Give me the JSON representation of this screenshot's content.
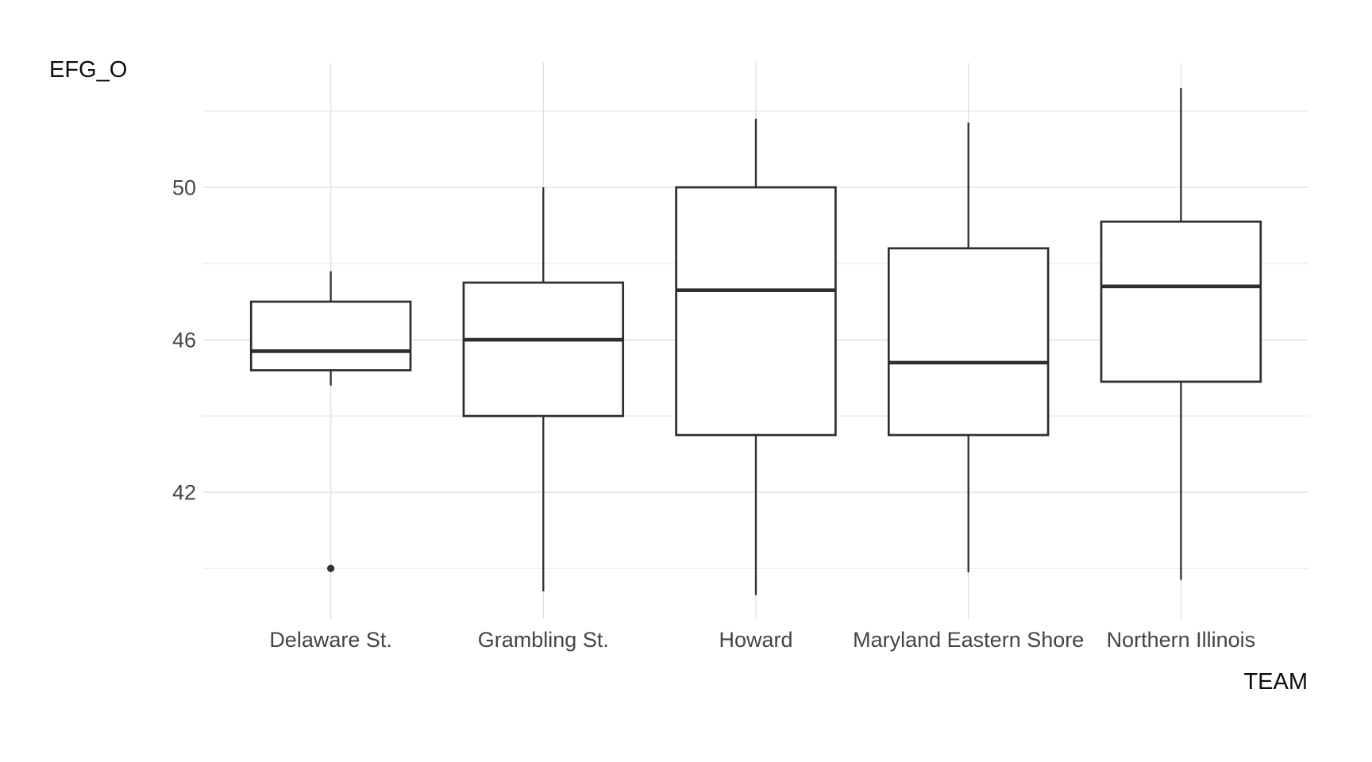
{
  "chart_data": {
    "type": "boxplot",
    "title": "",
    "ylabel": "EFG_O",
    "xlabel": "TEAM",
    "categories": [
      "Delaware St.",
      "Grambling St.",
      "Howard",
      "Maryland Eastern Shore",
      "Northern Illinois"
    ],
    "series": [
      {
        "name": "Delaware St.",
        "min": 44.8,
        "q1": 45.2,
        "median": 45.7,
        "q3": 47.0,
        "max": 47.8,
        "outliers": [
          40.0
        ]
      },
      {
        "name": "Grambling St.",
        "min": 39.4,
        "q1": 44.0,
        "median": 46.0,
        "q3": 47.5,
        "max": 50.0,
        "outliers": []
      },
      {
        "name": "Howard",
        "min": 39.3,
        "q1": 43.5,
        "median": 47.3,
        "q3": 50.0,
        "max": 51.8,
        "outliers": []
      },
      {
        "name": "Maryland Eastern Shore",
        "min": 39.9,
        "q1": 43.5,
        "median": 45.4,
        "q3": 48.4,
        "max": 51.7,
        "outliers": []
      },
      {
        "name": "Northern Illinois",
        "min": 39.7,
        "q1": 44.9,
        "median": 47.4,
        "q3": 49.1,
        "max": 52.6,
        "outliers": []
      }
    ],
    "y_axis": {
      "tick_labels": [
        "50",
        "46",
        "42"
      ],
      "ticks": [
        50,
        46,
        42
      ],
      "minor_gridlines": [
        52,
        48,
        44,
        40
      ],
      "ylim": [
        38.67,
        53.27
      ]
    },
    "grid": true,
    "legend": false,
    "colors": {
      "box_stroke": "#2e2e2e",
      "box_fill": "#ffffff",
      "median_stroke": "#2e2e2e",
      "outlier_fill": "#333333",
      "grid_major": "#dfdfdf",
      "grid_minor": "#e7e7e7",
      "tick_label": "#454545",
      "axis_title": "#0d0d0d",
      "background": "#ffffff"
    }
  }
}
